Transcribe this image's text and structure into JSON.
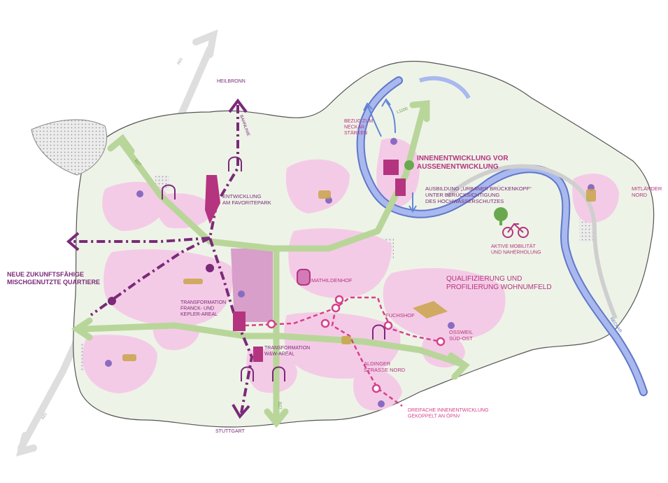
{
  "colors": {
    "district": "#eef3e8",
    "pink": "#f2c7e3",
    "pink_dark": "#d98ac0",
    "magenta": "#b4347f",
    "purple": "#7a2a78",
    "green_road": "#b9d69a",
    "river": "#9fb0e8",
    "river_stroke": "#5f78c8",
    "gray_road": "#dcdcdc",
    "ochre": "#c9a54a",
    "violet_dot": "#8a6bc2",
    "blue_arrow": "#5f87d8"
  },
  "labels": {
    "heilbronn": "HEILBRONN",
    "stuttgart": "STUTTGART",
    "bahnlinie": "BAHNLINIE",
    "a81_top": "A81",
    "a81_bottom": "A81",
    "b27_top": "B27",
    "b27_bottom": "B27",
    "l1100": "L1100",
    "neckar": "NECKAR",
    "favoritepark": "ENTWICKLUNG\nAM FAVORITEPARK",
    "neue_quartiere": "NEUE ZUKUNFTSFÄHIGE\nMISCHGENUTZTE QUARTIERE",
    "franck_kepler": "TRANSFORMATION\nFRANCK- UND\nKEPLER-AREAL",
    "wuw": "TRANSFORMATION\nW&W-AREAL",
    "mathildenhof": "MATHILDENHOF",
    "fuchshof": "FUCHSHOF",
    "aldinger": "ALDINGER\nSTRASSE NORD",
    "dreifache": "DREIFACHE INNENENTWICKLUNG\nGEKOPPELT AN ÖPNV",
    "osswl_sued": "OSSWEIL\nSÜD-OST",
    "qualifizierung": "QUALIFIZIERUNG UND\nPROFILIERUNG WOHNUMFELD",
    "innen_vor": "INNENENTWICKLUNG VOR\nAUSSENENTWICKLUNG",
    "brueckenkopf": "AUSBILDUNG „URBANER BRÜCKENKOPF“\nUNTER BERÜCKSICHTIGUNG\nDES HOCHWASSERSCHUTZES",
    "neckar_staerken": "BEZUG ZUM\nNECKAR\nSTÄRKEN",
    "mitlaender": "MITLÄNDER\nNORD",
    "mobilitaet": "AKTIVE MOBILITÄT\nUND NAHERHOLUNG"
  }
}
